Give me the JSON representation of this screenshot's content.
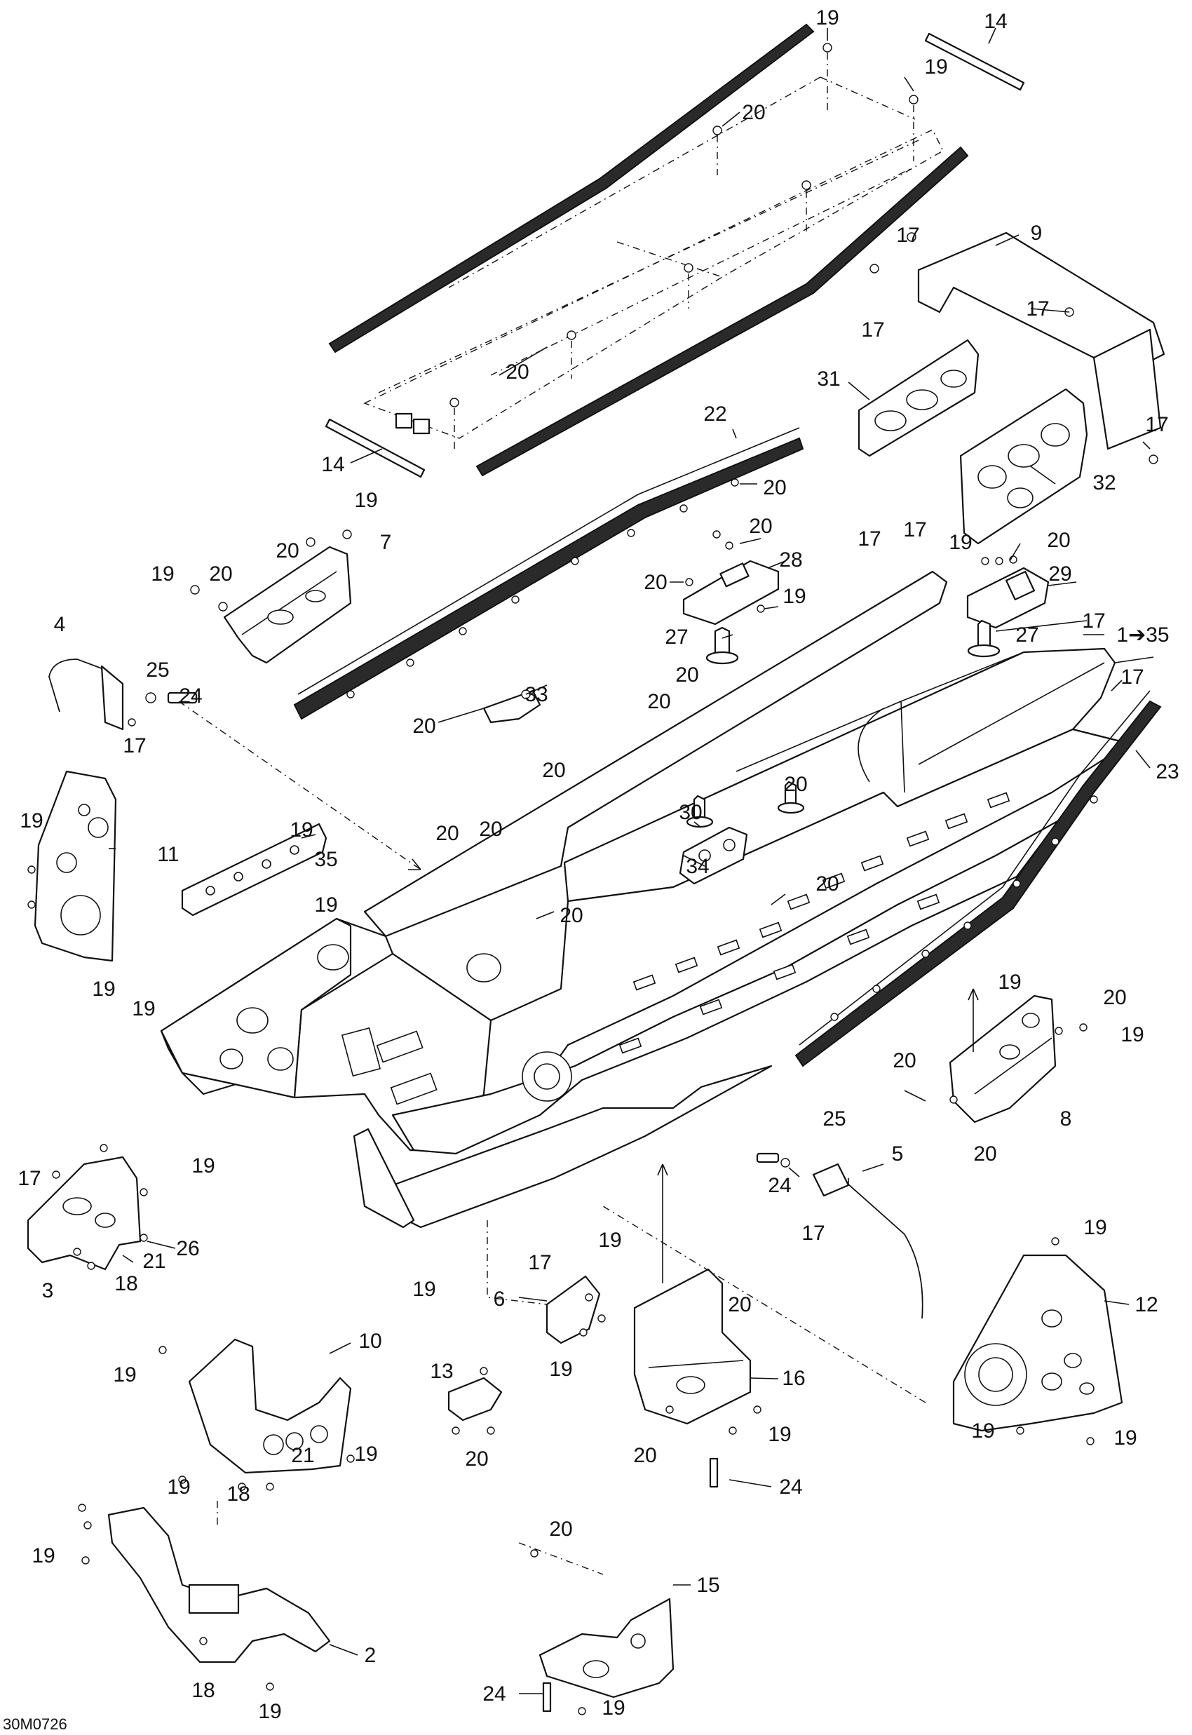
{
  "figure_id": "30M0726",
  "callouts": [
    {
      "label": "19"
    },
    {
      "label": "14"
    },
    {
      "label": "19"
    },
    {
      "label": "20"
    },
    {
      "label": "17"
    },
    {
      "label": "9"
    },
    {
      "label": "17"
    },
    {
      "label": "17"
    },
    {
      "label": "20"
    },
    {
      "label": "31"
    },
    {
      "label": "17"
    },
    {
      "label": "32"
    },
    {
      "label": "14"
    },
    {
      "label": "22"
    },
    {
      "label": "20"
    },
    {
      "label": "20"
    },
    {
      "label": "19"
    },
    {
      "label": "7"
    },
    {
      "label": "19"
    },
    {
      "label": "20"
    },
    {
      "label": "20"
    },
    {
      "label": "28"
    },
    {
      "label": "20"
    },
    {
      "label": "19"
    },
    {
      "label": "27"
    },
    {
      "label": "17"
    },
    {
      "label": "17"
    },
    {
      "label": "19"
    },
    {
      "label": "20"
    },
    {
      "label": "29"
    },
    {
      "label": "27"
    },
    {
      "label": "17"
    },
    {
      "label": "1➔35"
    },
    {
      "label": "17"
    },
    {
      "label": "4"
    },
    {
      "label": "25"
    },
    {
      "label": "24"
    },
    {
      "label": "17"
    },
    {
      "label": "33"
    },
    {
      "label": "20"
    },
    {
      "label": "20"
    },
    {
      "label": "20"
    },
    {
      "label": "20"
    },
    {
      "label": "23"
    },
    {
      "label": "20"
    },
    {
      "label": "19"
    },
    {
      "label": "11"
    },
    {
      "label": "19"
    },
    {
      "label": "35"
    },
    {
      "label": "20"
    },
    {
      "label": "20"
    },
    {
      "label": "30"
    },
    {
      "label": "34"
    },
    {
      "label": "19"
    },
    {
      "label": "20"
    },
    {
      "label": "20"
    },
    {
      "label": "19"
    },
    {
      "label": "19"
    },
    {
      "label": "19"
    },
    {
      "label": "20"
    },
    {
      "label": "19"
    },
    {
      "label": "20"
    },
    {
      "label": "8"
    },
    {
      "label": "25"
    },
    {
      "label": "5"
    },
    {
      "label": "24"
    },
    {
      "label": "17"
    },
    {
      "label": "20"
    },
    {
      "label": "19"
    },
    {
      "label": "17"
    },
    {
      "label": "26"
    },
    {
      "label": "19"
    },
    {
      "label": "17"
    },
    {
      "label": "19"
    },
    {
      "label": "21"
    },
    {
      "label": "18"
    },
    {
      "label": "3"
    },
    {
      "label": "19"
    },
    {
      "label": "12"
    },
    {
      "label": "6"
    },
    {
      "label": "20"
    },
    {
      "label": "10"
    },
    {
      "label": "19"
    },
    {
      "label": "16"
    },
    {
      "label": "13"
    },
    {
      "label": "19"
    },
    {
      "label": "19"
    },
    {
      "label": "21"
    },
    {
      "label": "19"
    },
    {
      "label": "20"
    },
    {
      "label": "20"
    },
    {
      "label": "19"
    },
    {
      "label": "19"
    },
    {
      "label": "19"
    },
    {
      "label": "24"
    },
    {
      "label": "18"
    },
    {
      "label": "19"
    },
    {
      "label": "20"
    },
    {
      "label": "2"
    },
    {
      "label": "15"
    },
    {
      "label": "24"
    },
    {
      "label": "18"
    },
    {
      "label": "19"
    },
    {
      "label": "19"
    }
  ]
}
